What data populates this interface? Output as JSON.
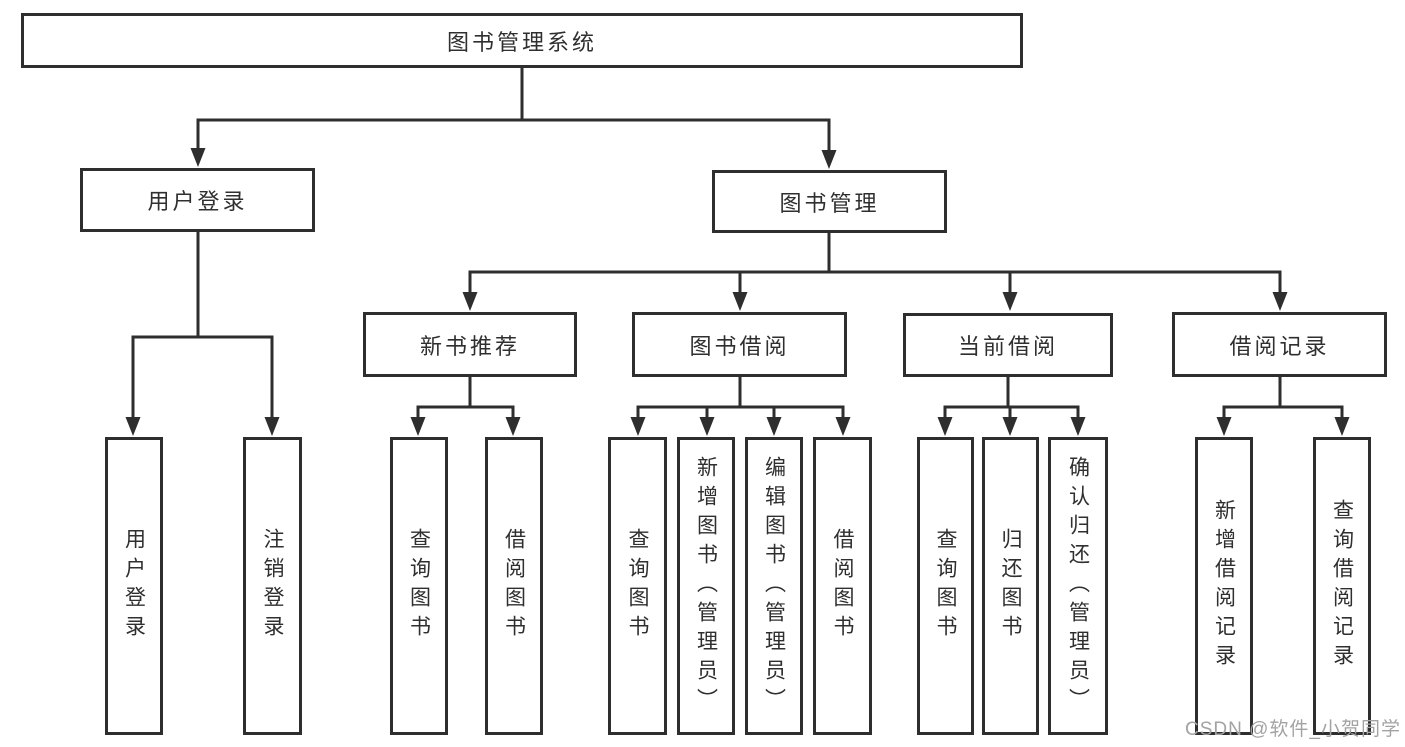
{
  "root": {
    "label": "图书管理系统"
  },
  "branches": [
    {
      "id": "user-login",
      "label": "用户登录"
    },
    {
      "id": "book-management",
      "label": "图书管理"
    }
  ],
  "sections": [
    {
      "id": "new-book-recommend",
      "label": "新书推荐"
    },
    {
      "id": "book-borrow",
      "label": "图书借阅"
    },
    {
      "id": "current-borrow",
      "label": "当前借阅"
    },
    {
      "id": "borrow-record",
      "label": "借阅记录"
    }
  ],
  "leaves": [
    {
      "parent": "user-login",
      "label": "用户登录"
    },
    {
      "parent": "user-login",
      "label": "注销登录"
    },
    {
      "parent": "new-book-recommend",
      "label": "查询图书"
    },
    {
      "parent": "new-book-recommend",
      "label": "借阅图书"
    },
    {
      "parent": "book-borrow",
      "label": "查询图书"
    },
    {
      "parent": "book-borrow",
      "label": "新增图书（管理员）"
    },
    {
      "parent": "book-borrow",
      "label": "编辑图书（管理员）"
    },
    {
      "parent": "book-borrow",
      "label": "借阅图书"
    },
    {
      "parent": "current-borrow",
      "label": "查询图书"
    },
    {
      "parent": "current-borrow",
      "label": "归还图书"
    },
    {
      "parent": "current-borrow",
      "label": "确认归还（管理员）"
    },
    {
      "parent": "borrow-record",
      "label": "新增借阅记录"
    },
    {
      "parent": "borrow-record",
      "label": "查询借阅记录"
    }
  ],
  "watermark": {
    "text": "CSDN @软件_小贺同学",
    "color": "#a3a3a3"
  },
  "colors": {
    "line": "#2e2e2e",
    "text": "#2f2f2f",
    "background": "#ffffff"
  }
}
